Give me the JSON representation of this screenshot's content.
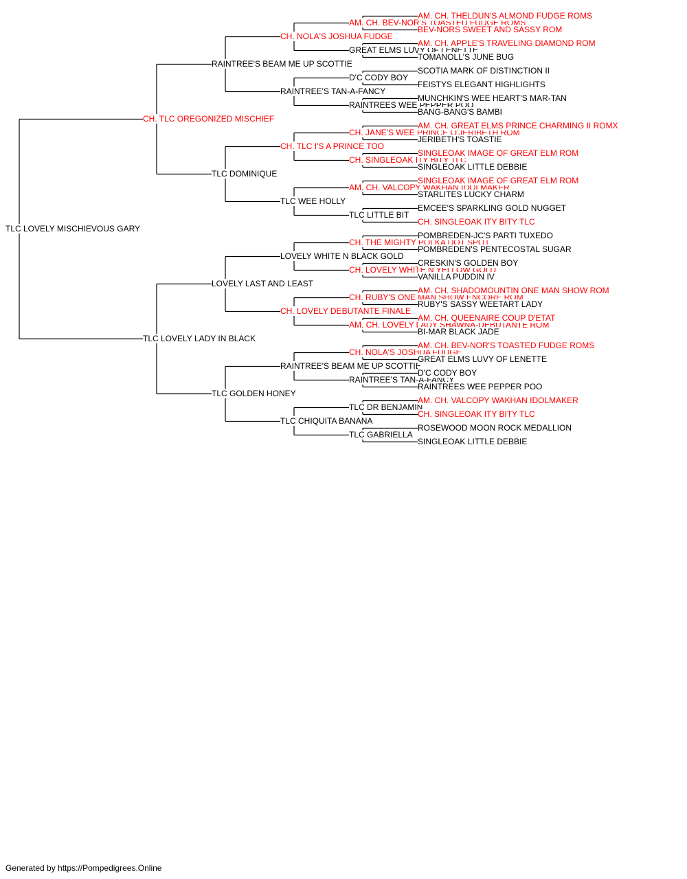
{
  "colors": {
    "champion": "#ff0000",
    "normal": "#000000",
    "line": "#000000"
  },
  "subject": {
    "name": "TLC LOVELY MISCHIEVOUS GARY",
    "champion": false
  },
  "sire": {
    "name": "CH. TLC OREGONIZED MISCHIEF",
    "champion": true
  },
  "dam": {
    "name": "TLC LOVELY LADY IN BLACK",
    "champion": false
  },
  "grandparents": [
    {
      "name": "RAINTREE'S BEAM ME UP SCOTTIE",
      "champion": false
    },
    {
      "name": "TLC DOMINIQUE",
      "champion": false
    },
    {
      "name": "LOVELY LAST AND LEAST",
      "champion": false
    },
    {
      "name": "TLC GOLDEN HONEY",
      "champion": false
    }
  ],
  "great_grandparents": [
    {
      "name": "CH. NOLA'S JOSHUA FUDGE",
      "champion": true
    },
    {
      "name": "RAINTREE'S TAN-A-FANCY",
      "champion": false
    },
    {
      "name": "CH. TLC I'S A PRINCE TOO",
      "champion": true
    },
    {
      "name": "TLC WEE HOLLY",
      "champion": false
    },
    {
      "name": "LOVELY WHITE N BLACK GOLD",
      "champion": false
    },
    {
      "name": "CH. LOVELY DEBUTANTE FINALE",
      "champion": true
    },
    {
      "name": "RAINTREE'S BEAM ME UP SCOTTIE",
      "champion": false
    },
    {
      "name": "TLC CHIQUITA BANANA",
      "champion": false
    }
  ],
  "gen4": [
    {
      "name": "AM. CH. BEV-NOR'S TOASTED FUDGE ROMS",
      "champion": true
    },
    {
      "name": "GREAT ELMS LUVY OF LENETTE",
      "champion": false
    },
    {
      "name": "D'C CODY BOY",
      "champion": false
    },
    {
      "name": "RAINTREES WEE PEPPER POO",
      "champion": false
    },
    {
      "name": "CH. JANE'S WEE PRINCE O'JERIBETH ROM",
      "champion": true
    },
    {
      "name": "CH. SINGLEOAK ITY BITY TLC",
      "champion": true
    },
    {
      "name": "AM. CH. VALCOPY WAKHAN IDOLMAKER",
      "champion": true
    },
    {
      "name": "TLC LITTLE BIT",
      "champion": false
    },
    {
      "name": "CH. THE MIGHTY POLKA DOT SPOT",
      "champion": true
    },
    {
      "name": "CH. LOVELY WHITE N YELLOW GOLD",
      "champion": true
    },
    {
      "name": "CH. RUBY'S ONE MAN SHOW ENCORE ROM",
      "champion": true
    },
    {
      "name": "AM. CH. LOVELY LADY SHAWNA-DEBUTANTE ROM",
      "champion": true
    },
    {
      "name": "CH. NOLA'S JOSHUA FUDGE",
      "champion": true
    },
    {
      "name": "RAINTREE'S TAN-A-FANCY",
      "champion": false
    },
    {
      "name": "TLC DR BENJAMIN",
      "champion": false
    },
    {
      "name": "TLC GABRIELLA",
      "champion": false
    }
  ],
  "gen5": [
    {
      "name": "AM. CH. THELDUN'S ALMOND FUDGE ROMS",
      "champion": true
    },
    {
      "name": "BEV-NORS SWEET AND SASSY ROM",
      "champion": true
    },
    {
      "name": "AM. CH. APPLE'S TRAVELING DIAMOND ROM",
      "champion": true
    },
    {
      "name": "TOMANOLL'S JUNE BUG",
      "champion": false
    },
    {
      "name": "SCOTIA MARK OF DISTINCTION II",
      "champion": false
    },
    {
      "name": "FEISTYS ELEGANT HIGHLIGHTS",
      "champion": false
    },
    {
      "name": "MUNCHKIN'S WEE HEART'S MAR-TAN",
      "champion": false
    },
    {
      "name": "BANG-BANG'S BAMBI",
      "champion": false
    },
    {
      "name": "AM. CH. GREAT ELMS PRINCE CHARMING II ROMX",
      "champion": true
    },
    {
      "name": "JERIBETH'S TOASTIE",
      "champion": false
    },
    {
      "name": "SINGLEOAK IMAGE OF GREAT ELM ROM",
      "champion": true
    },
    {
      "name": "SINGLEOAK LITTLE DEBBIE",
      "champion": false
    },
    {
      "name": "SINGLEOAK IMAGE OF GREAT ELM ROM",
      "champion": true
    },
    {
      "name": "STARLITES LUCKY CHARM",
      "champion": false
    },
    {
      "name": "EMCEE'S SPARKLING GOLD NUGGET",
      "champion": false
    },
    {
      "name": "CH. SINGLEOAK ITY BITY TLC",
      "champion": true
    },
    {
      "name": "POMBREDEN-JC'S PARTI TUXEDO",
      "champion": false
    },
    {
      "name": "POMBREDEN'S PENTECOSTAL SUGAR",
      "champion": false
    },
    {
      "name": "CRESKIN'S GOLDEN BOY",
      "champion": false
    },
    {
      "name": "VANILLA PUDDIN IV",
      "champion": false
    },
    {
      "name": "AM. CH. SHADOMOUNTIN ONE MAN SHOW ROM",
      "champion": true
    },
    {
      "name": "RUBY'S SASSY WEETART LADY",
      "champion": false
    },
    {
      "name": "AM. CH. QUEENAIRE COUP D'ETAT",
      "champion": true
    },
    {
      "name": "BI-MAR BLACK JADE",
      "champion": false
    },
    {
      "name": "AM. CH. BEV-NOR'S TOASTED FUDGE ROMS",
      "champion": true
    },
    {
      "name": "GREAT ELMS LUVY OF LENETTE",
      "champion": false
    },
    {
      "name": "D'C CODY BOY",
      "champion": false
    },
    {
      "name": "RAINTREES WEE PEPPER POO",
      "champion": false
    },
    {
      "name": "AM. CH. VALCOPY WAKHAN IDOLMAKER",
      "champion": true
    },
    {
      "name": "CH. SINGLEOAK ITY BITY TLC",
      "champion": true
    },
    {
      "name": "ROSEWOOD MOON ROCK MEDALLION",
      "champion": false
    },
    {
      "name": "SINGLEOAK LITTLE DEBBIE",
      "champion": false
    }
  ],
  "footer": "Generated by https://Pompedigrees.Online"
}
